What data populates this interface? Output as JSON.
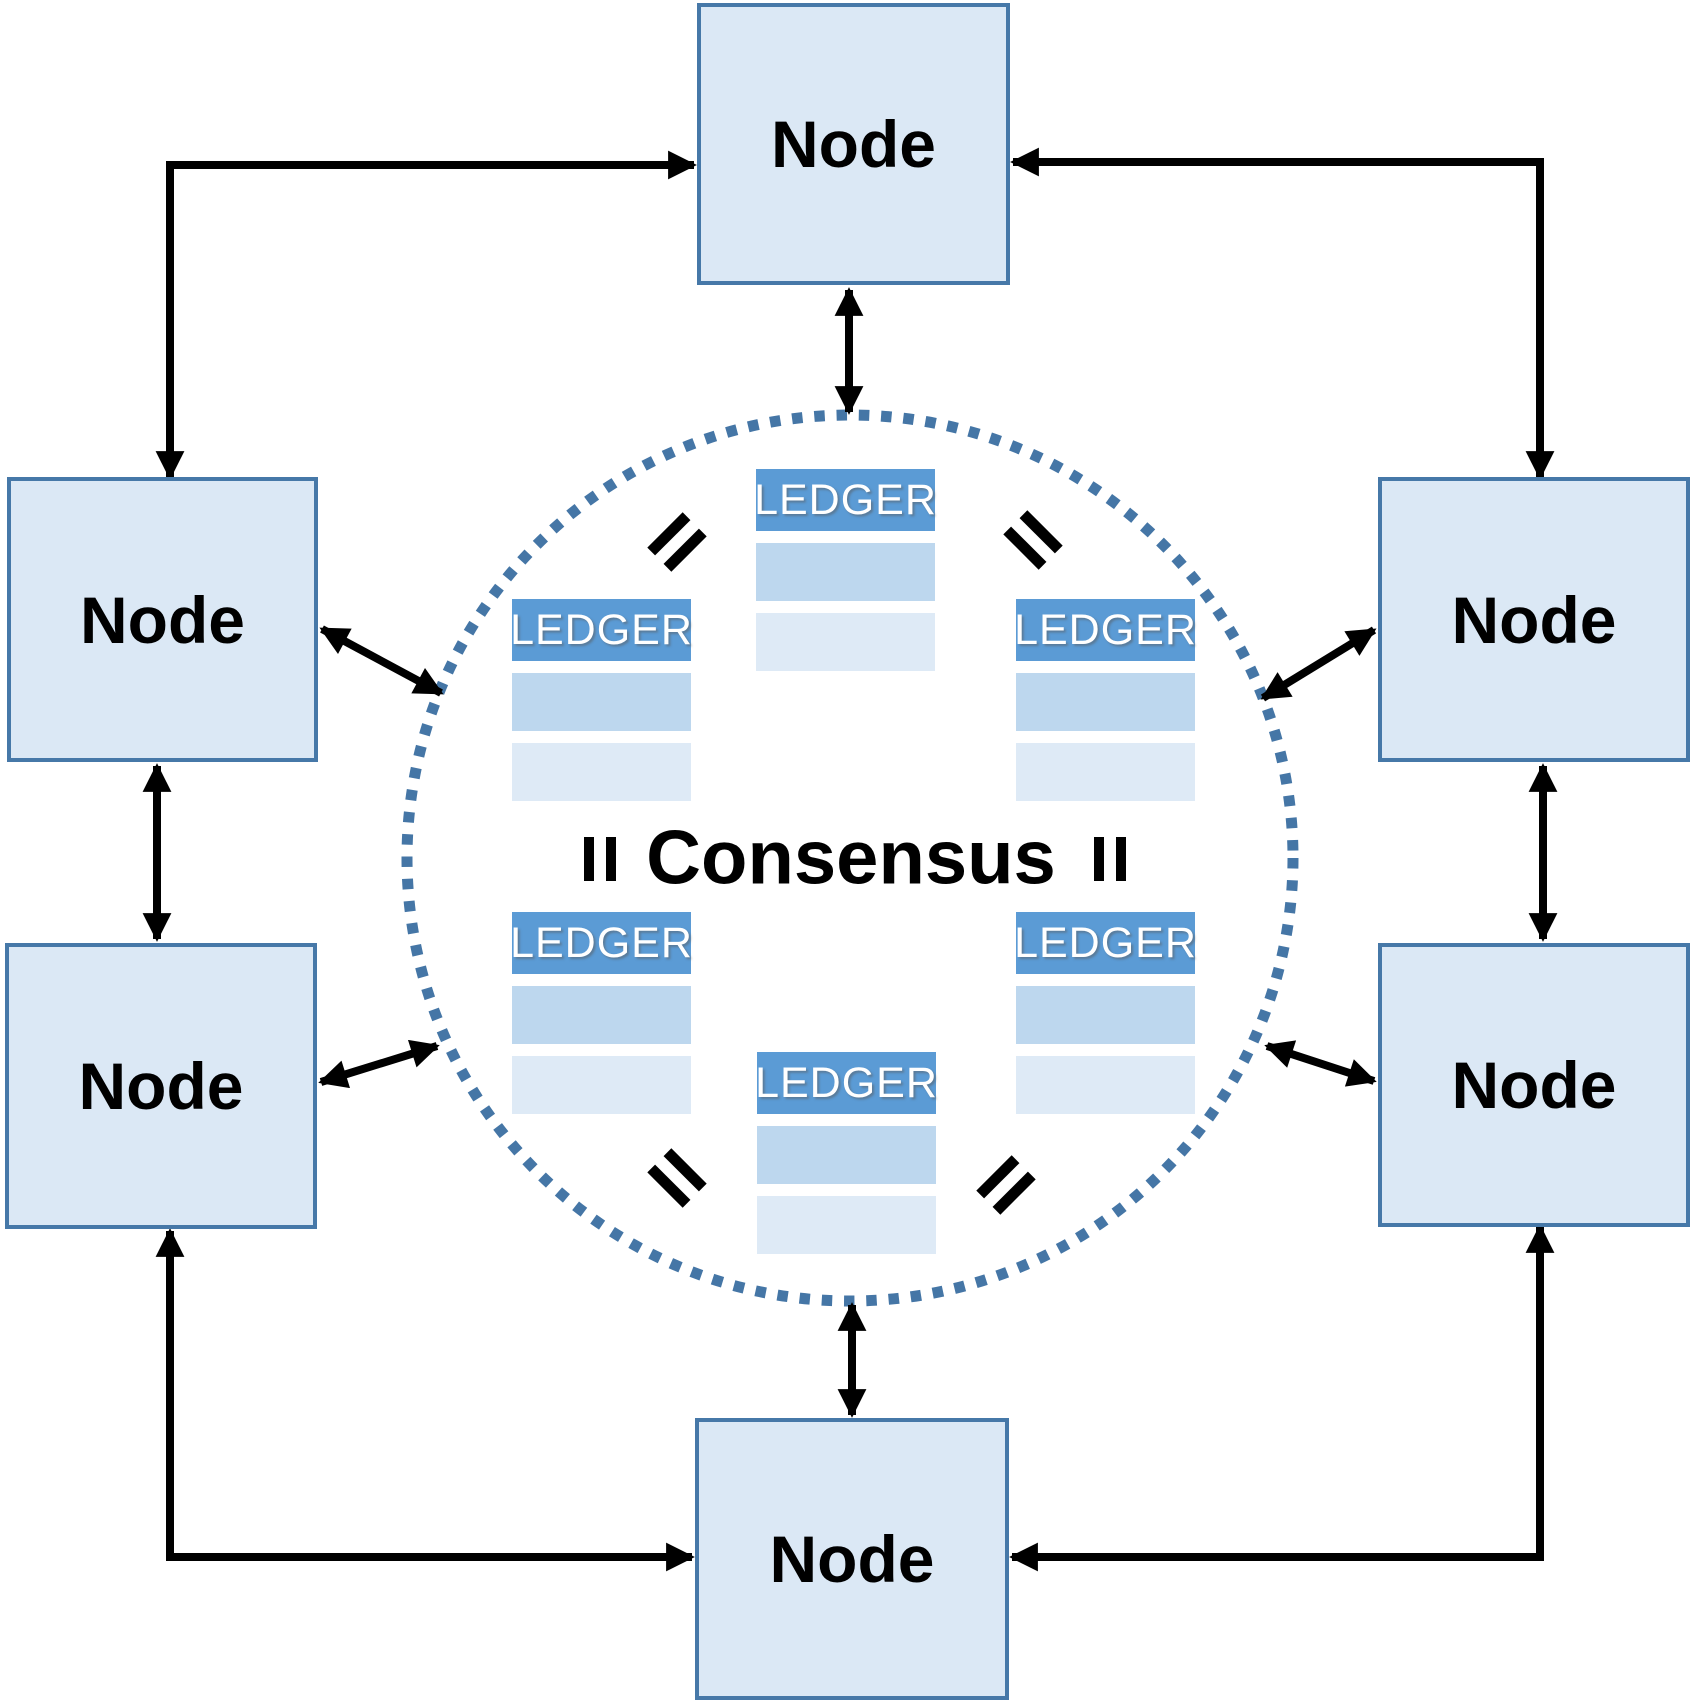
{
  "diagram": {
    "center_label": "Consensus",
    "nodes": [
      {
        "id": "top",
        "label": "Node"
      },
      {
        "id": "left-upper",
        "label": "Node"
      },
      {
        "id": "right-upper",
        "label": "Node"
      },
      {
        "id": "left-lower",
        "label": "Node"
      },
      {
        "id": "right-lower",
        "label": "Node"
      },
      {
        "id": "bottom",
        "label": "Node"
      }
    ],
    "ledgers": [
      {
        "id": "top-center",
        "header": "LEDGER",
        "rows": 2
      },
      {
        "id": "left-upper",
        "header": "LEDGER",
        "rows": 2
      },
      {
        "id": "right-upper",
        "header": "LEDGER",
        "rows": 2
      },
      {
        "id": "left-lower",
        "header": "LEDGER",
        "rows": 2
      },
      {
        "id": "right-lower",
        "header": "LEDGER",
        "rows": 2
      },
      {
        "id": "bottom-center",
        "header": "LEDGER",
        "rows": 2
      }
    ],
    "equals_marks": [
      {
        "id": "top-left"
      },
      {
        "id": "top-right"
      },
      {
        "id": "mid-left"
      },
      {
        "id": "mid-right"
      },
      {
        "id": "bottom-left"
      },
      {
        "id": "bottom-right"
      }
    ],
    "colors": {
      "node_fill": "#dbe8f5",
      "node_border": "#4678a8",
      "ledger_header": "#5b9bd5",
      "ledger_header_text": "#ffffff",
      "ledger_row1": "#bdd7ee",
      "ledger_row2": "#deeaf6",
      "dotted_circle": "#4576a6",
      "arrow": "#000000",
      "text": "#000000"
    }
  }
}
